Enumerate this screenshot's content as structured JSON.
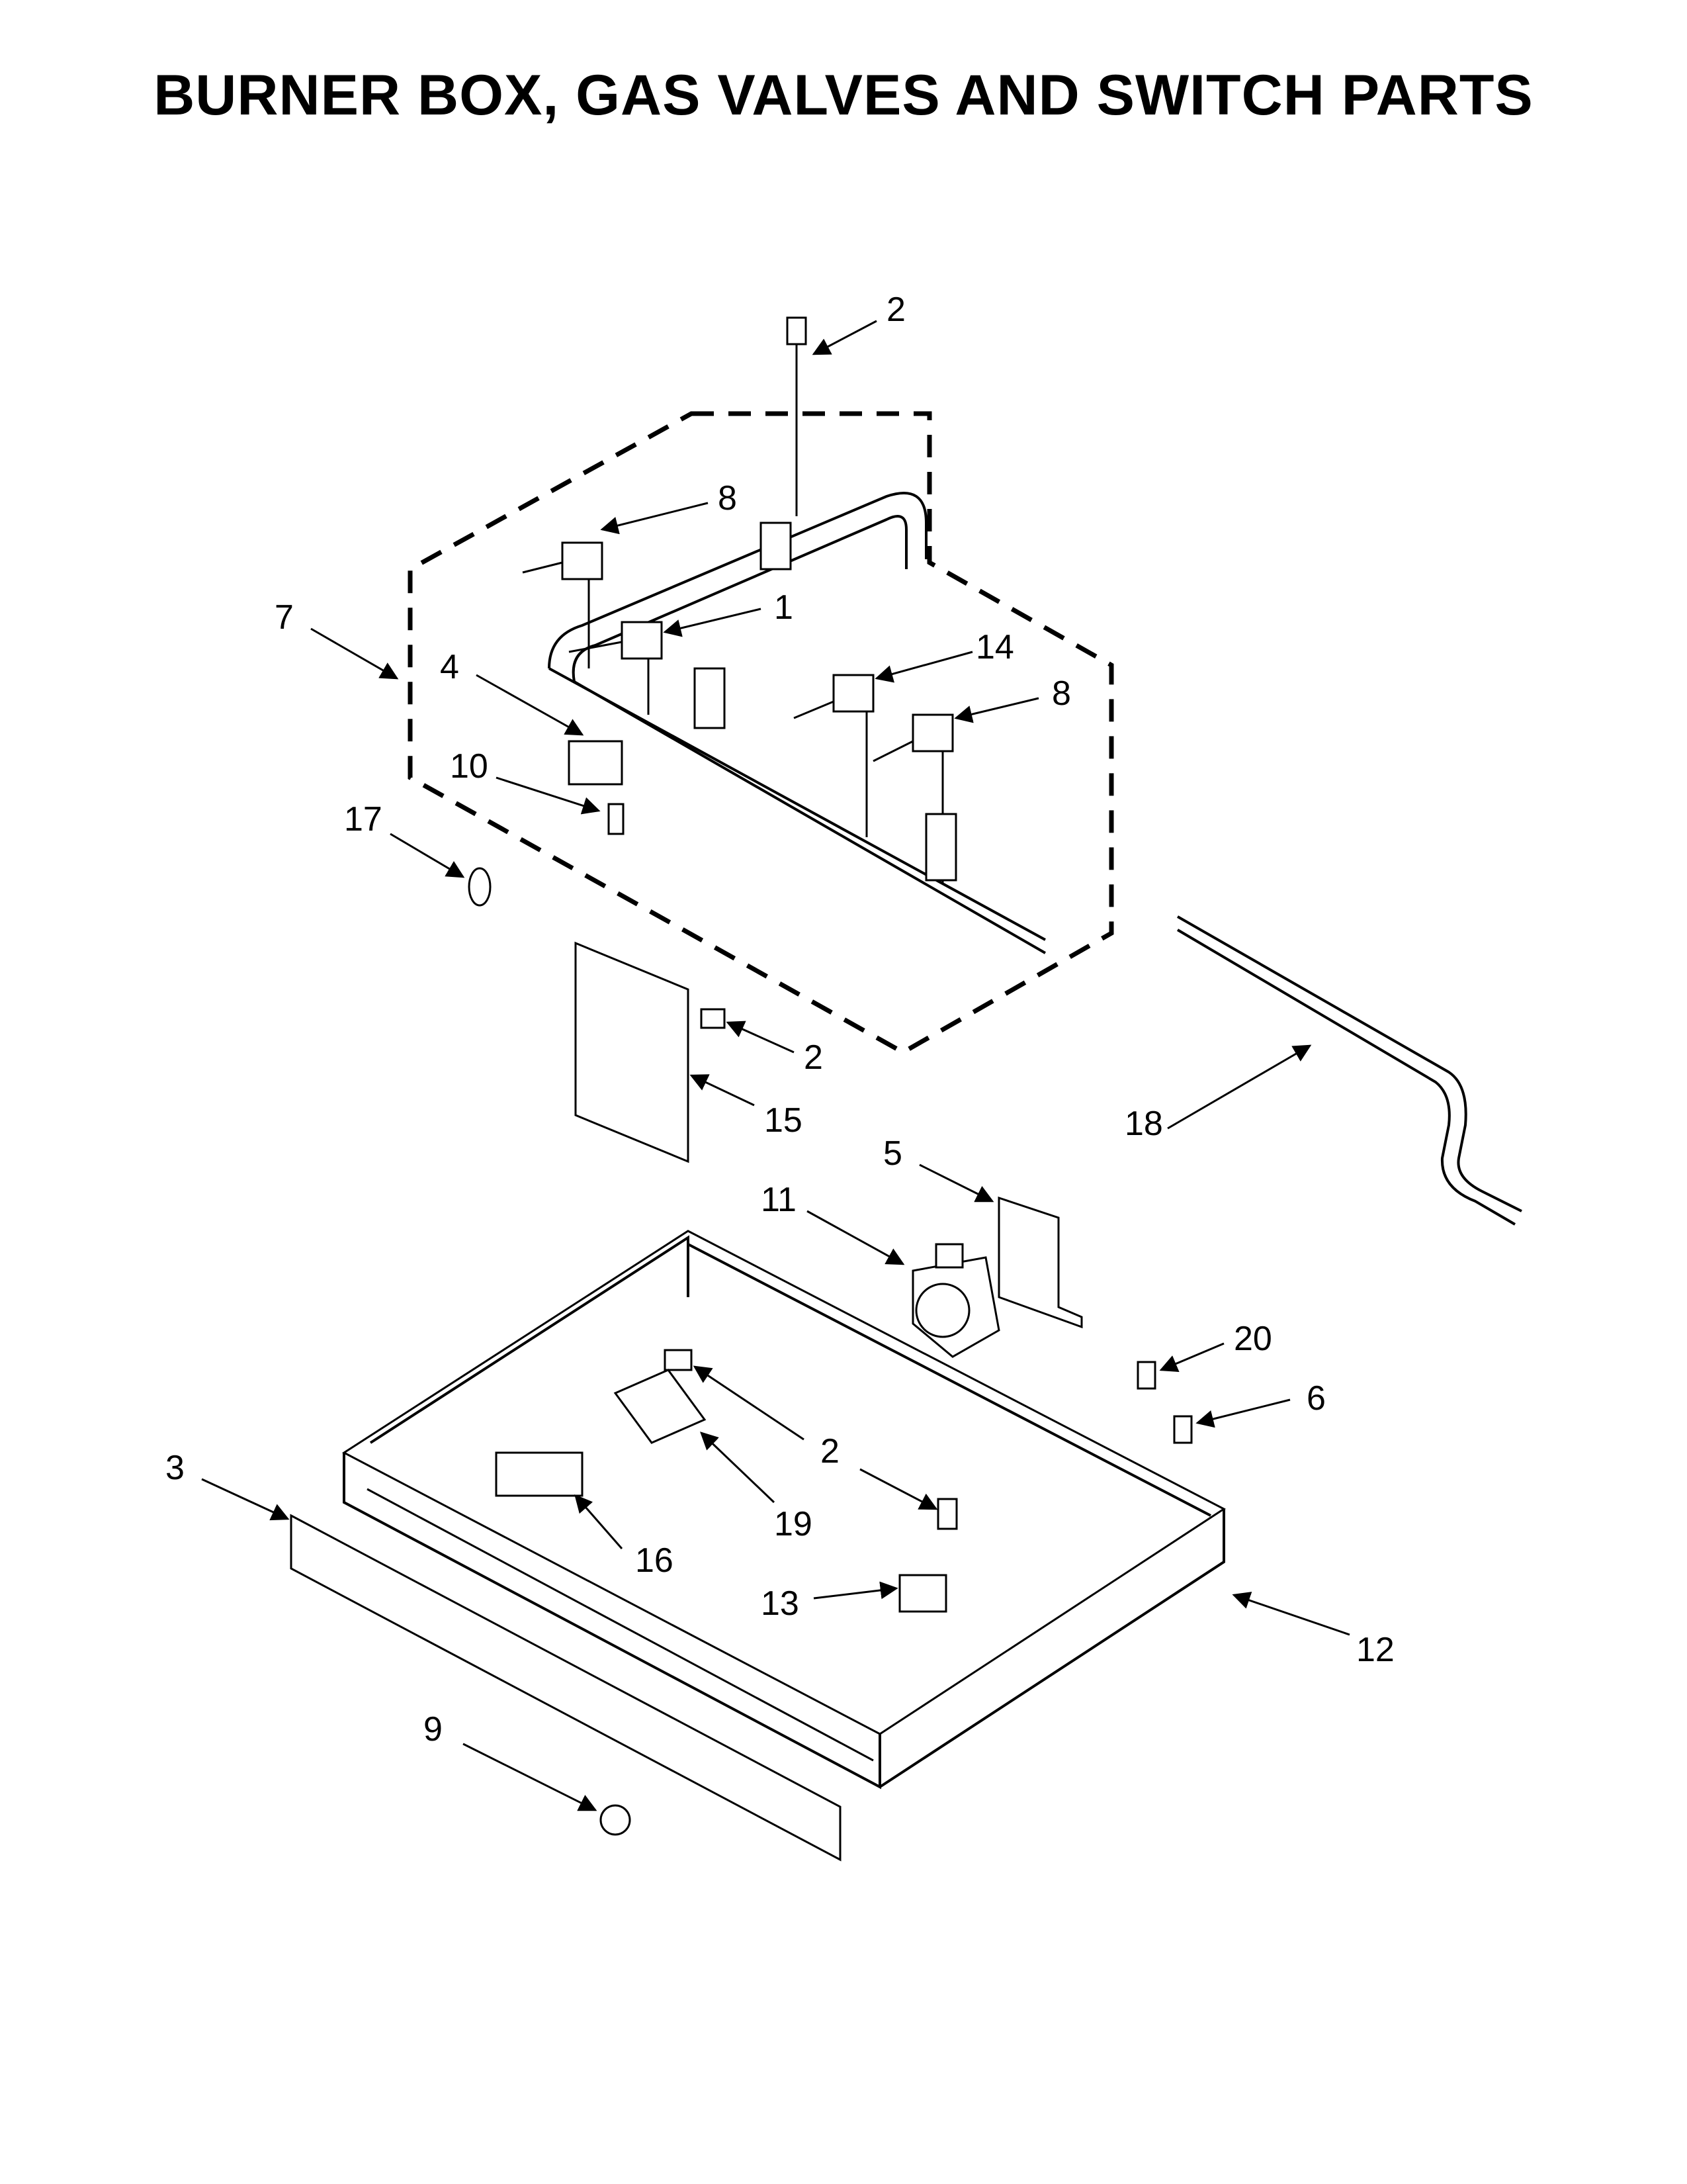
{
  "title": "BURNER BOX, GAS VALVES AND SWITCH PARTS",
  "callouts": {
    "c2a": "2",
    "c8a": "8",
    "c1": "1",
    "c7": "7",
    "c4": "4",
    "c14": "14",
    "c8b": "8",
    "c10": "10",
    "c17": "17",
    "c2b": "2",
    "c15": "15",
    "c18": "18",
    "c5": "5",
    "c11": "11",
    "c20": "20",
    "c6": "6",
    "c3": "3",
    "c2c": "2",
    "c19": "19",
    "c16": "16",
    "c13": "13",
    "c12": "12",
    "c9": "9"
  }
}
